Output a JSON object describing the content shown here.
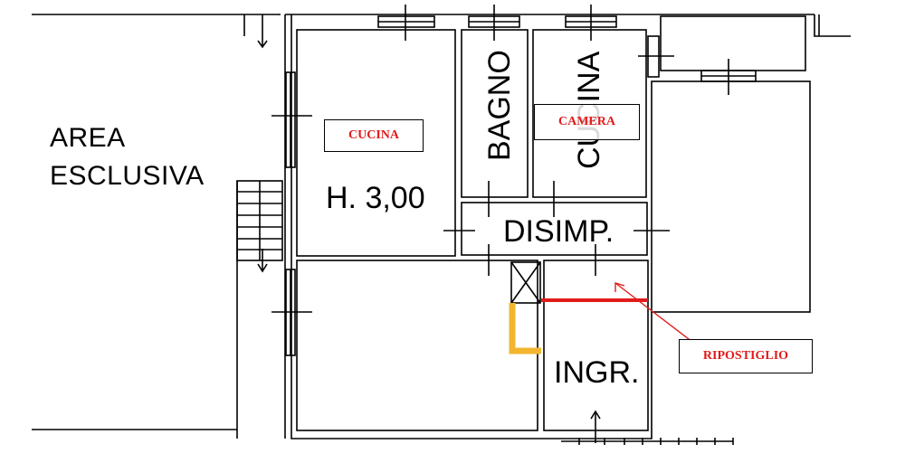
{
  "labels": {
    "area_line1": "AREA",
    "area_line2": "ESCLUSIVA",
    "height": "H. 3,00",
    "bagno": "BAGNO",
    "cucina_room": "CUCINA",
    "disimp": "DISIMP.",
    "ingr": "INGR."
  },
  "tags": {
    "cucina": "CUCINA",
    "camera": "CAMERA",
    "ripostiglio": "RIPOSTIGLIO"
  },
  "colors": {
    "line": "#000000",
    "tag_text": "#e21b1b",
    "highlight_red": "#e21b1b",
    "highlight_yellow": "#f3b530"
  }
}
